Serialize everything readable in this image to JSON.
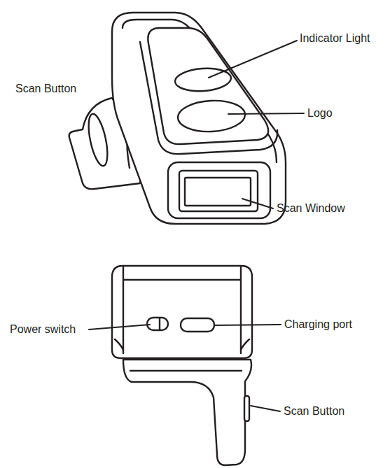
{
  "diagram": {
    "labels": [
      "Indicator Light",
      "Scan Button",
      "Logo",
      "Scan Window",
      "Power switch",
      "Charging port",
      "Scan Button"
    ]
  }
}
